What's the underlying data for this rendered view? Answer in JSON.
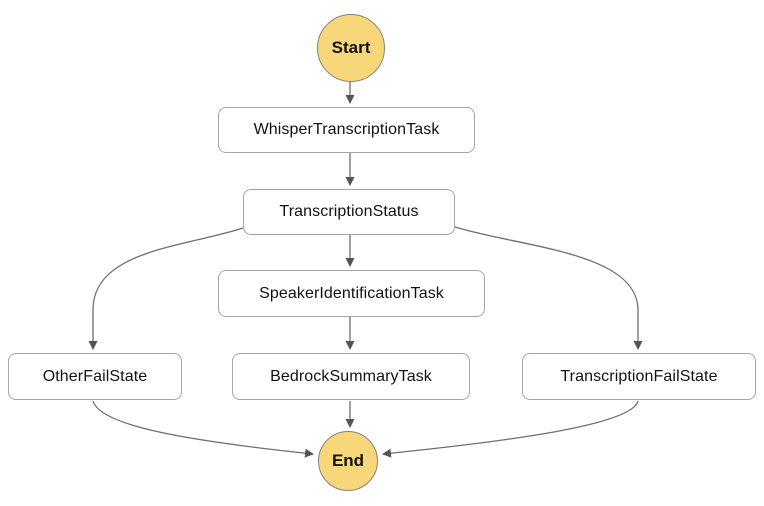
{
  "diagram": {
    "type": "state-machine-flowchart",
    "nodes": [
      {
        "id": "start",
        "label": "Start",
        "shape": "circle"
      },
      {
        "id": "whisper-transcription-task",
        "label": "WhisperTranscriptionTask",
        "shape": "box"
      },
      {
        "id": "transcription-status",
        "label": "TranscriptionStatus",
        "shape": "box"
      },
      {
        "id": "speaker-identification-task",
        "label": "SpeakerIdentificationTask",
        "shape": "box"
      },
      {
        "id": "other-fail-state",
        "label": "OtherFailState",
        "shape": "box"
      },
      {
        "id": "bedrock-summary-task",
        "label": "BedrockSummaryTask",
        "shape": "box"
      },
      {
        "id": "transcription-fail-state",
        "label": "TranscriptionFailState",
        "shape": "box"
      },
      {
        "id": "end",
        "label": "End",
        "shape": "circle"
      }
    ],
    "edges": [
      {
        "from": "start",
        "to": "whisper-transcription-task"
      },
      {
        "from": "whisper-transcription-task",
        "to": "transcription-status"
      },
      {
        "from": "transcription-status",
        "to": "speaker-identification-task"
      },
      {
        "from": "transcription-status",
        "to": "other-fail-state"
      },
      {
        "from": "transcription-status",
        "to": "transcription-fail-state"
      },
      {
        "from": "speaker-identification-task",
        "to": "bedrock-summary-task"
      },
      {
        "from": "other-fail-state",
        "to": "end"
      },
      {
        "from": "bedrock-summary-task",
        "to": "end"
      },
      {
        "from": "transcription-fail-state",
        "to": "end"
      }
    ],
    "colors": {
      "terminal_fill": "#F8D77B",
      "terminal_border": "#828282",
      "box_fill": "#FFFFFF",
      "box_border": "#A5A5A5",
      "edge": "#6E6E6E",
      "text": "#121212",
      "background": "#FFFFFF"
    }
  }
}
